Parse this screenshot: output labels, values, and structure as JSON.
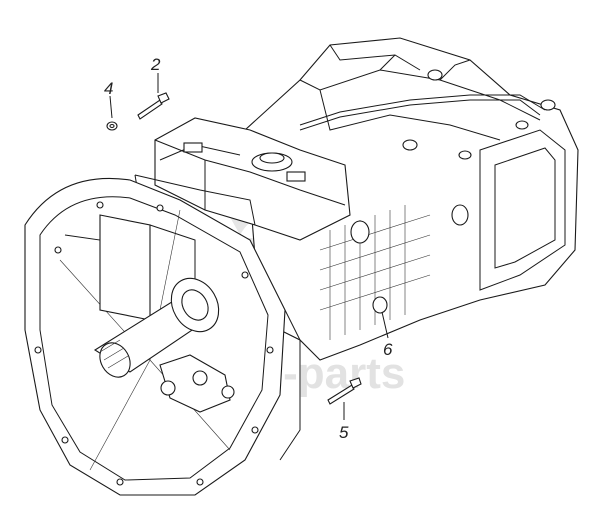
{
  "callouts": {
    "c2": "2",
    "c4": "4",
    "c5": "5",
    "c6": "6"
  },
  "watermark": {
    "text": "diafo-parts"
  }
}
